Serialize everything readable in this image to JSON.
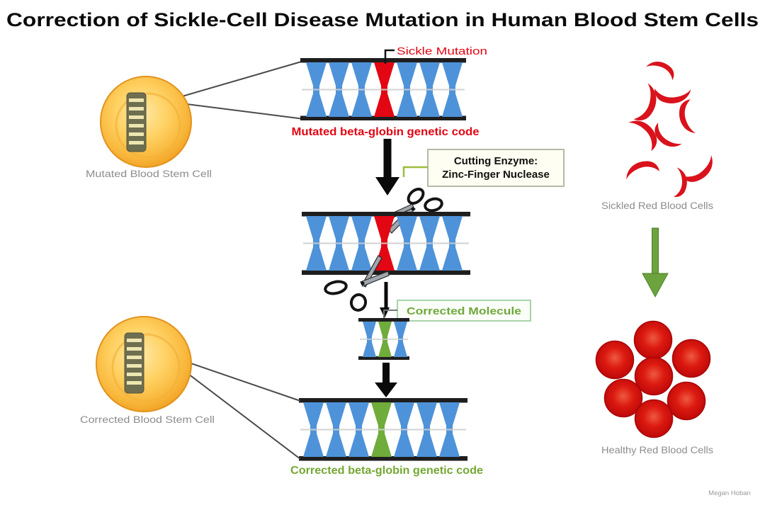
{
  "title": "Correction of Sickle-Cell Disease Mutation in Human Blood Stem Cells",
  "left": {
    "mutated_cell_label": "Mutated Blood Stem Cell",
    "corrected_cell_label": "Corrected Blood Stem Cell"
  },
  "center": {
    "sickle_mutation_label": "Sickle Mutation",
    "mutated_code_label": "Mutated beta-globin genetic code",
    "cutting_enzyme_line1": "Cutting Enzyme:",
    "cutting_enzyme_line2": "Zinc-Finger Nuclease",
    "corrected_molecule_label": "Corrected Molecule",
    "corrected_code_label": "Corrected beta-globin genetic code"
  },
  "right": {
    "sickled_cells_label": "Sickled Red Blood Cells",
    "healthy_cells_label": "Healthy Red Blood Cells"
  },
  "credit": "Megan Hoban",
  "colors": {
    "dna_blue": "#4e93d9",
    "mutation_red": "#e30613",
    "corrected_green": "#6fac3c",
    "stem_cell_yellow": "#f5a829",
    "label_grey": "#8c8c8c",
    "rail_black": "#1e1e1e"
  }
}
